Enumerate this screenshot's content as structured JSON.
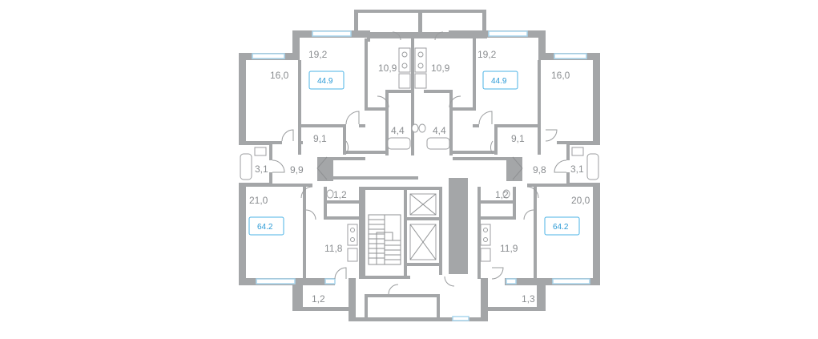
{
  "floor_plan": {
    "rooms": [
      {
        "id": "r1",
        "label": "19,2"
      },
      {
        "id": "r2",
        "label": "16,0"
      },
      {
        "id": "r3",
        "label": "10,9"
      },
      {
        "id": "r4",
        "label": "10,9"
      },
      {
        "id": "r5",
        "label": "19,2"
      },
      {
        "id": "r6",
        "label": "16,0"
      },
      {
        "id": "r7",
        "label": "9,1"
      },
      {
        "id": "r8",
        "label": "4,4"
      },
      {
        "id": "r9",
        "label": "4,4"
      },
      {
        "id": "r10",
        "label": "9,1"
      },
      {
        "id": "r11",
        "label": "3,1"
      },
      {
        "id": "r12",
        "label": "9,9"
      },
      {
        "id": "r13",
        "label": "9,8"
      },
      {
        "id": "r14",
        "label": "3,1"
      },
      {
        "id": "r15",
        "label": "21,0"
      },
      {
        "id": "r16",
        "label": "1,2"
      },
      {
        "id": "r17",
        "label": "1,2"
      },
      {
        "id": "r18",
        "label": "20,0"
      },
      {
        "id": "r19",
        "label": "11,8"
      },
      {
        "id": "r20",
        "label": "11,9"
      },
      {
        "id": "r21",
        "label": "1,2"
      },
      {
        "id": "r22",
        "label": "1,3"
      }
    ],
    "apartments": [
      {
        "id": "a1",
        "area": "44.9"
      },
      {
        "id": "a2",
        "area": "44.9"
      },
      {
        "id": "a3",
        "area": "64.2"
      },
      {
        "id": "a4",
        "area": "64.2"
      }
    ],
    "colors": {
      "wall": "#a4a6a8",
      "window": "#a9d6ee",
      "badge_border": "#4bb3e6",
      "badge_text": "#2a9ad6",
      "label_text": "#8a8d90"
    }
  }
}
